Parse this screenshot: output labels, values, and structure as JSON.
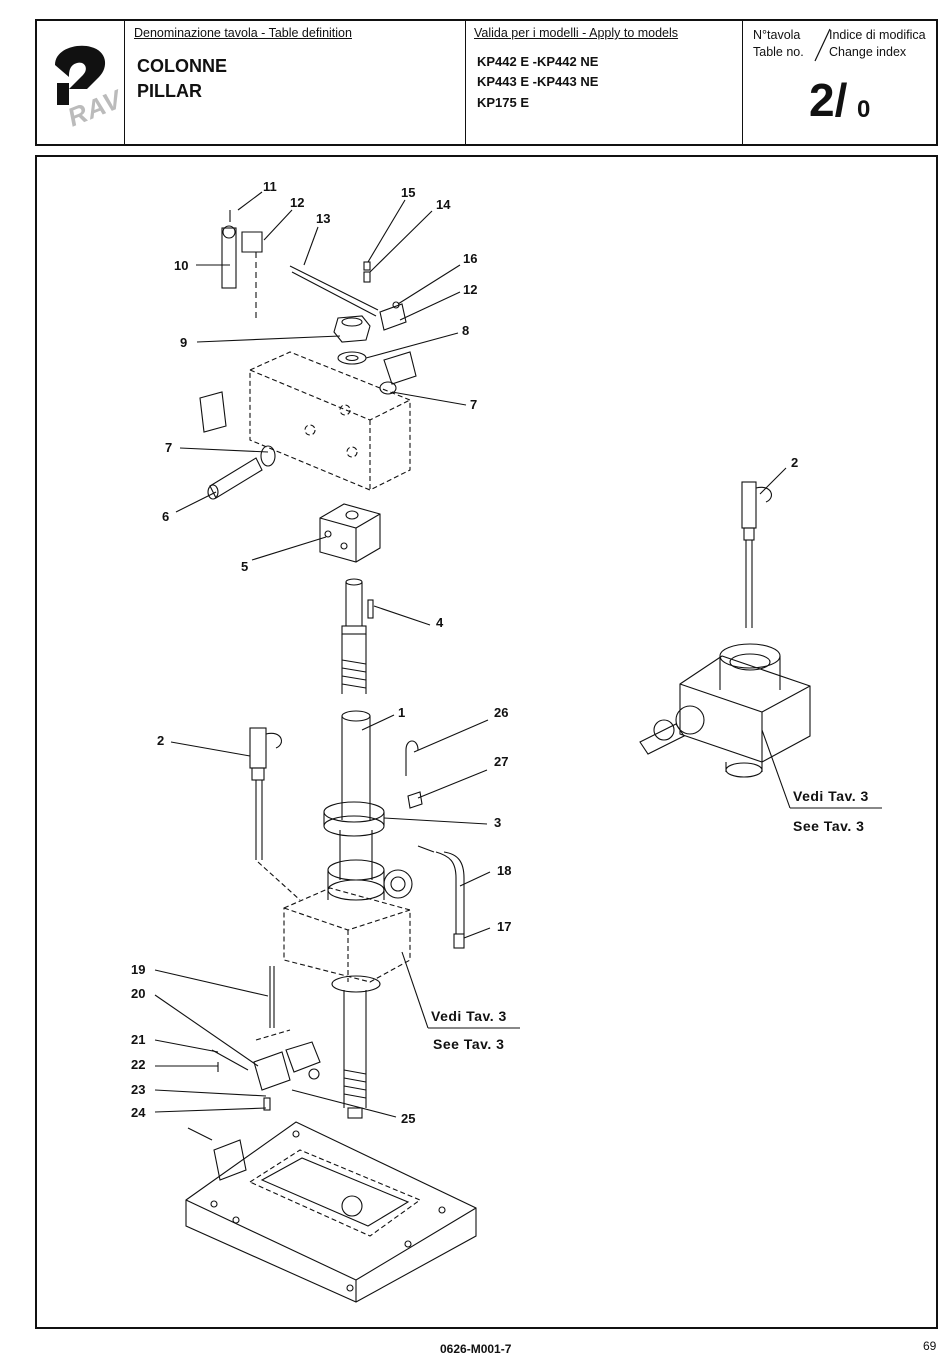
{
  "header": {
    "logo_text": "RAV",
    "table_definition_caption": "Denominazione tavola - Table definition",
    "title_it": "COLONNE",
    "title_en": "PILLAR",
    "valid_models_caption": "Valida per i modelli - Apply to models",
    "models": [
      "KP442 E -KP442 NE",
      "KP443 E -KP443 NE",
      "KP175 E"
    ],
    "table_no_label_it": "N°tavola",
    "table_no_label_en": "Table no.",
    "change_index_label_it": "Indice di modifica",
    "change_index_label_en": "Change index",
    "table_number": "2/",
    "change_index": "0"
  },
  "diagram": {
    "part_labels": [
      "11",
      "12",
      "13",
      "15",
      "14",
      "10",
      "16",
      "12",
      "9",
      "8",
      "7",
      "7",
      "6",
      "5",
      "4",
      "1",
      "26",
      "2",
      "27",
      "3",
      "18",
      "17",
      "19",
      "20",
      "21",
      "22",
      "23",
      "24",
      "25",
      "2"
    ],
    "see_refs": [
      {
        "it": "Vedi Tav. 3",
        "en": "See Tav. 3"
      },
      {
        "it": "Vedi Tav. 3",
        "en": "See Tav. 3"
      }
    ]
  },
  "footer": {
    "doc_code": "0626-M001-7",
    "page_number": "69"
  }
}
